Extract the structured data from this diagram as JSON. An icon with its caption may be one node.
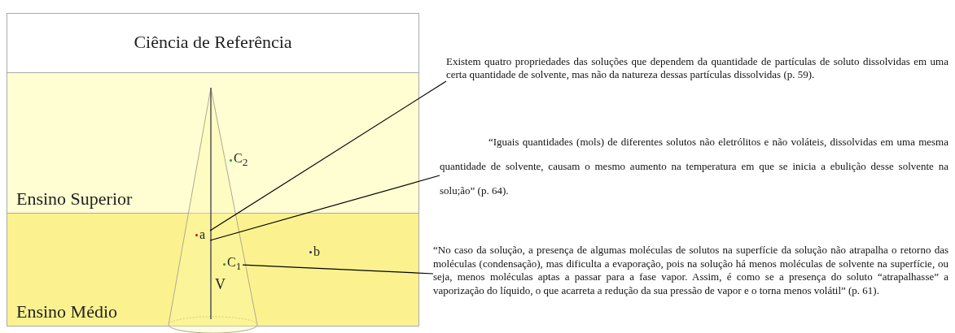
{
  "diagram": {
    "nodes": [
      {
        "text": [
          "Ciência de Referência"
        ]
      },
      {
        "text": [
          "Ensino Superior"
        ]
      },
      {
        "text": [
          "Ensino Médio"
        ]
      },
      {
        "text": [
          "a"
        ],
        "in": 2
      },
      {
        "text": [
          "b"
        ],
        "in": 2
      },
      {
        "text": [
          "C$_{2}$"
        ],
        "in": 1
      },
      {
        "text": [
          "C$_{1}$"
        ],
        "in": 2
      },
      {
        "text": [
          "Existem quatro propriedades das soluções que dependem da quantidade de partículas de soluto dissolvidas em uma certa quantidade de solvente, mas não da natureza dessas partículas dissolvidas (p. 59)."
        ]
      },
      {
        "text": [
          "“Iguais quantidades (mols) de diferentes solutos não eletrólitos e não voláteis, dissolvidas em uma mesma quantidade de solvente, causam o mesmo aumento na temperatura em que se inicia a ebulição desse solvente na solu;ão” (p. 64)."
        ]
      },
      {
        "text": [
          "“No caso da solução, a presença de algumas moléculas de solutos na superfície da solução não atrapalha o retorno das moléculas (condensação), mas dificulta a evaporação, pois na solução há menos moléculas de solvente na superfície, ou seja, menos moléculas aptas a passar para a fase vapor. Assim, é como se a presença do soluto “atrapalhasse” a vaporização do líquido, o que acarreta a redução da sua pressão de vapor e o torna menos volátil” (p. 61)."
        ]
      }
    ],
    "edges": [
      {
        "from": 3,
        "to": 7,
        "arrow": "none"
      },
      {
        "from": 3,
        "to": 8,
        "arrow": "none"
      },
      {
        "from": 6,
        "to": 9,
        "arrow": "none"
      }
    ],
    "labels": [
      "V"
    ]
  }
}
